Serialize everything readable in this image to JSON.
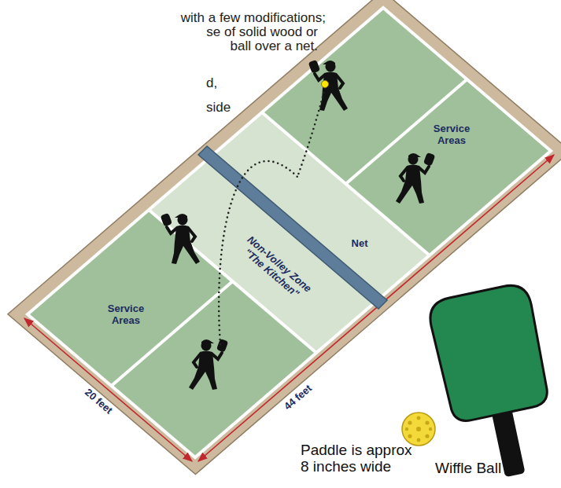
{
  "diagram": {
    "labels": [
      "with a few modifications;",
      "se of solid wood or",
      "ball over a net.",
      "d,",
      "side",
      "Service Areas",
      "Non-Volley Zone \"The Kitchen\"",
      "Net",
      "Service Areas",
      "20 feet",
      "44 feet",
      "Paddle is approx 8 inches wide",
      "Wiffle Ball"
    ]
  }
}
